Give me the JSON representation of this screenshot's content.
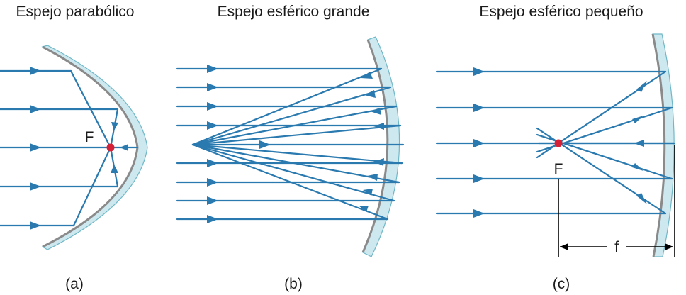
{
  "panels": [
    {
      "title": "Espejo parabólico",
      "caption": "(a)",
      "focus_label": "F"
    },
    {
      "title": "Espejo esférico grande",
      "caption": "(b)"
    },
    {
      "title": "Espejo esférico pequeño",
      "caption": "(c)",
      "focus_label": "F",
      "focal_length_label": "f"
    }
  ],
  "colors": {
    "ray": "#2a7ab0",
    "mirror_fill": "#cde8ef",
    "mirror_back": "#8a8a8a",
    "focus_point": "#d62035",
    "text": "#1a1a1a"
  }
}
